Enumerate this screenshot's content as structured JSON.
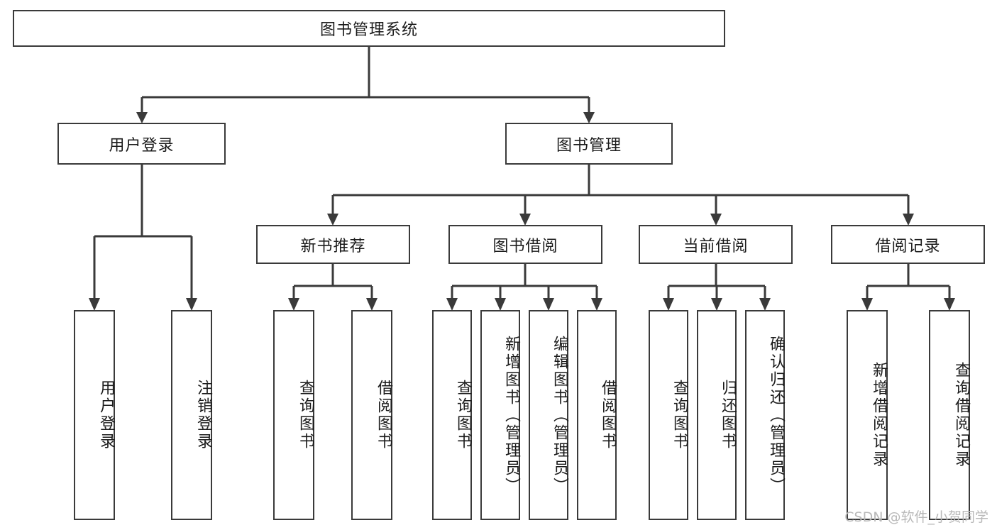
{
  "diagram": {
    "title": "图书管理系统",
    "type": "hierarchy-tree",
    "root": {
      "label": "图书管理系统"
    },
    "level2": [
      {
        "label": "用户登录"
      },
      {
        "label": "图书管理"
      }
    ],
    "level3": [
      {
        "label": "新书推荐"
      },
      {
        "label": "图书借阅"
      },
      {
        "label": "当前借阅"
      },
      {
        "label": "借阅记录"
      }
    ],
    "leaves": {
      "user_login": [
        "用户登录",
        "注销登录"
      ],
      "new_book_recommend": [
        "查询图书",
        "借阅图书"
      ],
      "book_borrow": [
        "查询图书",
        "新增图书（管理员）",
        "编辑图书（管理员）",
        "借阅图书"
      ],
      "current_borrow": [
        "查询图书",
        "归还图书",
        "确认归还（管理员）"
      ],
      "borrow_record": [
        "新增借阅记录",
        "查询借阅记录"
      ]
    }
  },
  "watermark": {
    "text": "CSDN @软件_小贺同学"
  },
  "colors": {
    "stroke": "#3a3a3a",
    "background": "#ffffff",
    "text": "#1b1b1b",
    "watermark": "#b9b9b9"
  }
}
